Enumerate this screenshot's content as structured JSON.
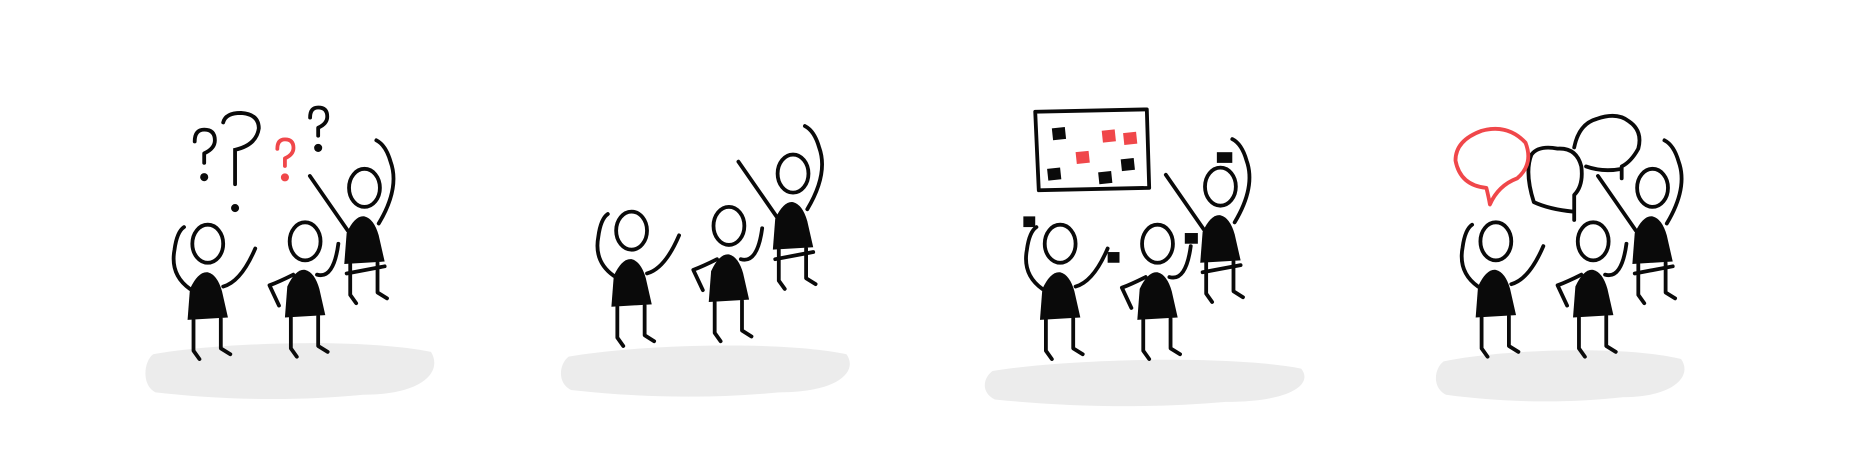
{
  "colors": {
    "ink": "#0a0a0a",
    "accent": "#f0474a",
    "shadow": "#ececec",
    "background": "#ffffff"
  },
  "scenes": [
    {
      "id": "confused-group",
      "accent_element": "red-question-mark"
    },
    {
      "id": "waving-group"
    },
    {
      "id": "board-group",
      "accent_element": "red-sticky-notes"
    },
    {
      "id": "talking-group",
      "accent_element": "red-speech-bubble"
    }
  ]
}
